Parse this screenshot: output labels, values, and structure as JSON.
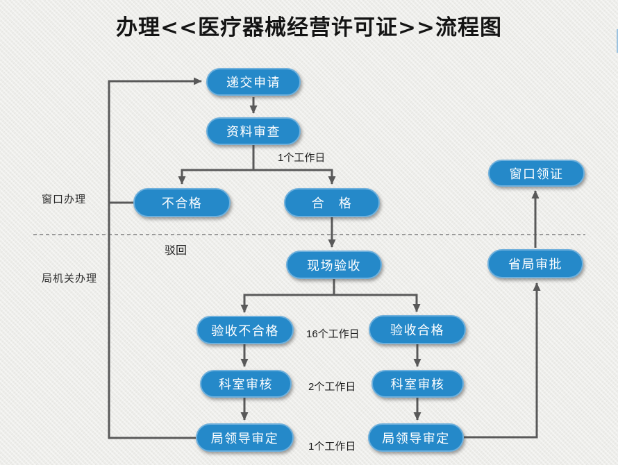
{
  "title": "办理<<医疗器械经营许可证>>流程图",
  "zones": {
    "window": "窗口办理",
    "bureau": "局机关办理"
  },
  "nodes": [
    {
      "id": "submit-application",
      "label": "递交申请"
    },
    {
      "id": "document-review",
      "label": "资料审查"
    },
    {
      "id": "unqualified",
      "label": "不合格"
    },
    {
      "id": "qualified",
      "label": "合　格"
    },
    {
      "id": "onsite-inspection",
      "label": "现场验收"
    },
    {
      "id": "inspection-failed",
      "label": "验收不合格"
    },
    {
      "id": "inspection-passed",
      "label": "验收合格"
    },
    {
      "id": "department-review-left",
      "label": "科室审核"
    },
    {
      "id": "department-review-right",
      "label": "科室审核"
    },
    {
      "id": "bureau-leader-approval-left",
      "label": "局领导审定"
    },
    {
      "id": "bureau-leader-approval-right",
      "label": "局领导审定"
    },
    {
      "id": "provincial-bureau-approval",
      "label": "省局审批"
    },
    {
      "id": "certificate-pickup",
      "label": "窗口领证"
    }
  ],
  "edge_labels": {
    "review_duration": "1个工作日",
    "reject": "驳回",
    "inspection_duration": "16个工作日",
    "department_duration": "2个工作日",
    "leader_duration": "1个工作日"
  },
  "colors": {
    "node_fill": "#2589C9",
    "node_border": "#6FB0DC",
    "connector": "#595959",
    "divider": "#7F7F7F",
    "background": "#EDEDEA"
  }
}
